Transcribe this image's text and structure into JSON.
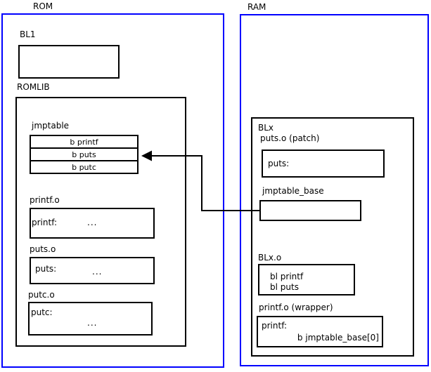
{
  "rom": {
    "label": "ROM",
    "bl1": {
      "label": "BL1"
    },
    "romlib": {
      "label": "ROMLIB",
      "jmptable": {
        "label": "jmptable",
        "rows": [
          "b printf",
          "b puts",
          "b putc"
        ]
      },
      "objects": [
        {
          "label": "printf.o",
          "symbol": "printf:",
          "body": "..."
        },
        {
          "label": "puts.o",
          "symbol": "puts:",
          "body": "..."
        },
        {
          "label": "putc.o",
          "symbol": "putc:",
          "body": "..."
        }
      ]
    }
  },
  "ram": {
    "label": "RAM",
    "blx": {
      "label": "BLx",
      "puts_patch": {
        "label": "puts.o (patch)",
        "symbol": "puts:"
      },
      "jmptable_base": {
        "label": "jmptable_base"
      },
      "blx_o": {
        "label": "BLx.o",
        "lines": [
          "bl printf",
          "bl puts"
        ]
      },
      "printf_wrapper": {
        "label": "printf.o (wrapper)",
        "symbol": "printf:",
        "instruction": "b jmptable_base[0]"
      }
    }
  },
  "colors": {
    "section_border": "#0000ff",
    "box_border": "#000000",
    "arrow": "#000000"
  }
}
